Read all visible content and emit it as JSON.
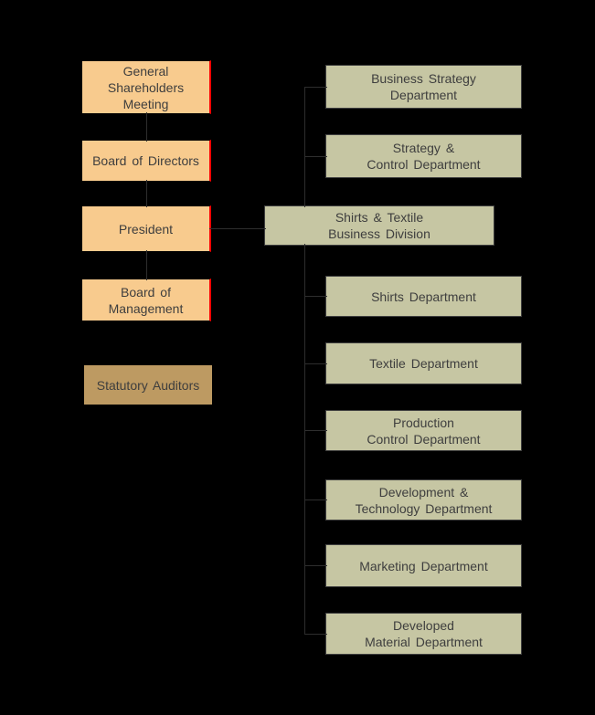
{
  "org": {
    "left": [
      {
        "label": "General\nShareholders\nMeeting"
      },
      {
        "label": "Board of Directors"
      },
      {
        "label": "President"
      },
      {
        "label": "Board of\nManagement"
      },
      {
        "label": "Statutory Auditors"
      }
    ],
    "right": [
      {
        "label": "Business Strategy\nDepartment"
      },
      {
        "label": "Strategy &\nControl Department"
      },
      {
        "label": "Shirts & Textile\nBusiness Division"
      },
      {
        "label": "Shirts Department"
      },
      {
        "label": "Textile Department"
      },
      {
        "label": "Production\nControl Department"
      },
      {
        "label": "Development &\nTechnology Department"
      },
      {
        "label": "Marketing Department"
      },
      {
        "label": "Developed\nMaterial Department"
      }
    ],
    "colors": {
      "background": "#000000",
      "governance_box_fill": "#F8CB8E",
      "governance_box_accent_edge": "#FF0000",
      "auditors_box_fill": "#BD9A62",
      "department_box_fill": "#C6C6A3",
      "box_text": "#3E3E3E",
      "connector_line": "#2E2E2E"
    }
  }
}
